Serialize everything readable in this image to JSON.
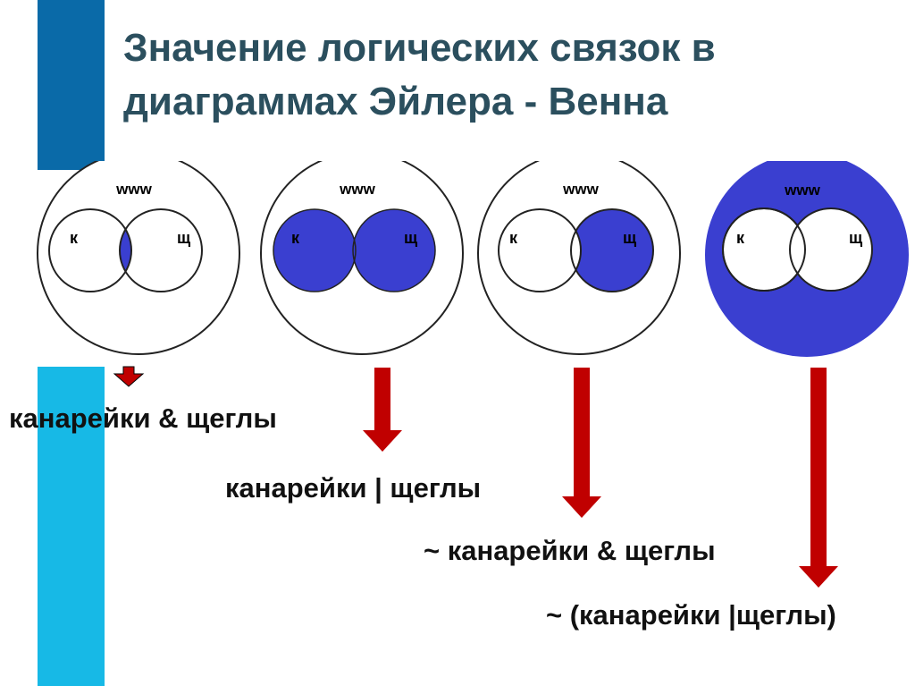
{
  "colors": {
    "bar_top": "#0a6aa8",
    "bar_bottom": "#17b9e6",
    "title": "#2b4f5e",
    "fill": "#3a3fd0",
    "arrow": "#c00000",
    "stroke": "#222222"
  },
  "title": {
    "line1": "Значение логических связок в",
    "line2": "диаграммах Эйлера - Венна"
  },
  "diagrams": [
    {
      "universe_label": "www",
      "left_label": "к",
      "right_label": "щ",
      "shaded": "intersection",
      "expression": "канарейки &  щеглы"
    },
    {
      "universe_label": "www",
      "left_label": "к",
      "right_label": "щ",
      "shaded": "union",
      "expression": "канарейки | щеглы"
    },
    {
      "universe_label": "www",
      "left_label": "к",
      "right_label": "щ",
      "shaded": "right-only",
      "expression": "~ канарейки & щеглы"
    },
    {
      "universe_label": "www",
      "left_label": "к",
      "right_label": "щ",
      "shaded": "complement-of-union",
      "expression": "~ (канарейки |щеглы)"
    }
  ]
}
